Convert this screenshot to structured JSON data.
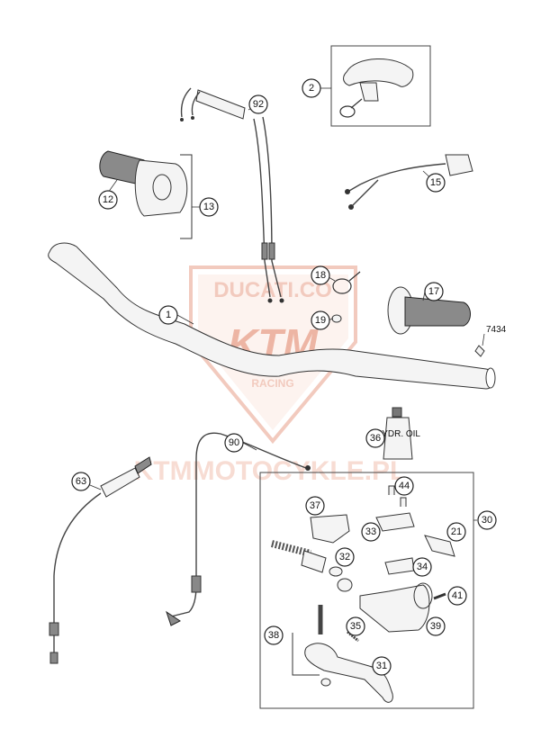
{
  "watermark": {
    "brand_top": "DUCATI.CO",
    "brand_logo": "KTM",
    "brand_sub": "RACING",
    "site": "KTMMOTOCYKLE.PL",
    "color": "#e8a08a"
  },
  "callouts": {
    "c1": "1",
    "c2": "2",
    "c12": "12",
    "c13": "13",
    "c15": "15",
    "c17": "17",
    "c18": "18",
    "c19": "19",
    "c21": "21",
    "c30": "30",
    "c31": "31",
    "c32": "32",
    "c33": "33",
    "c34": "34",
    "c35": "35",
    "c36": "36",
    "c37": "37",
    "c38": "38",
    "c39": "39",
    "c41": "41",
    "c44": "44",
    "c63": "63",
    "c90": "90",
    "c92": "92"
  },
  "labels": {
    "part_7434": "7434",
    "bottle_text": "HYDR. OIL"
  },
  "icons": {
    "handlebar": "handlebar-drawing",
    "throttle": "throttle-grip-drawing",
    "clutch": "clutch-assembly-drawing"
  }
}
